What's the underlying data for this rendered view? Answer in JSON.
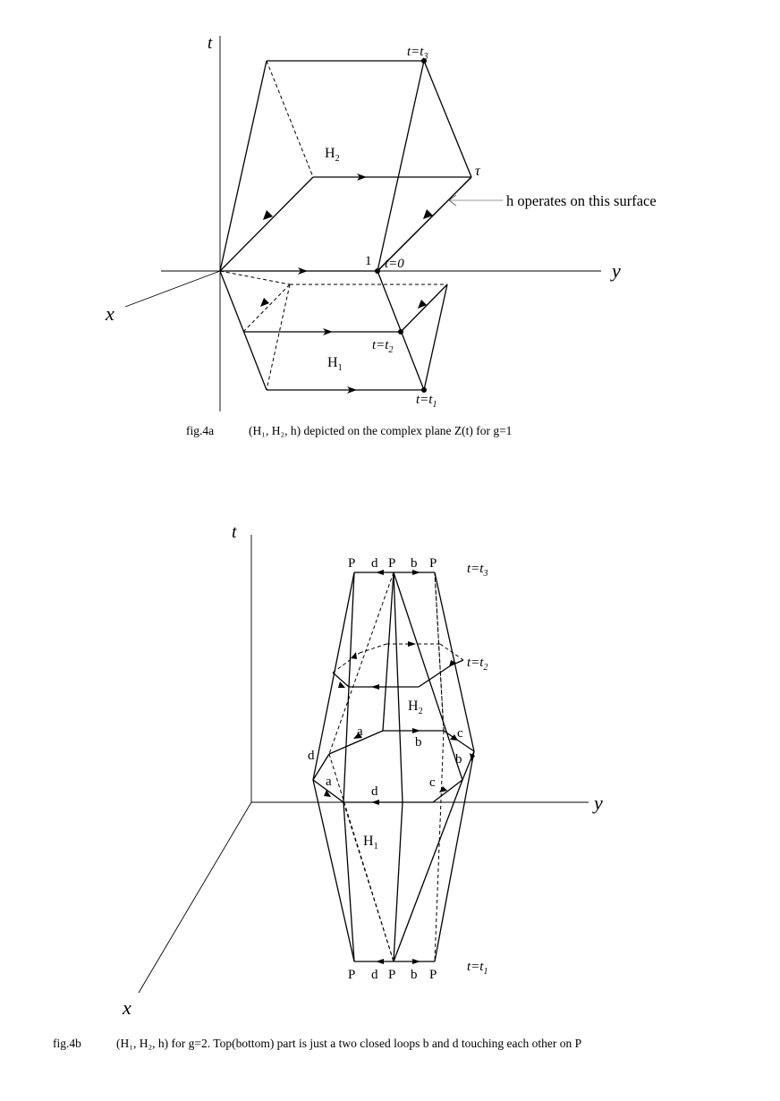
{
  "fig_a": {
    "axis_t": "t",
    "axis_y": "y",
    "axis_x": "x",
    "label_t3": "t=t",
    "label_t3_sub": "3",
    "label_tau": "τ",
    "label_h2": "H",
    "label_h2_sub": "2",
    "label_h_note": "h operates on this surface",
    "label_one": "1",
    "label_t0": "t=0",
    "label_t2": "t=t",
    "label_t2_sub": "2",
    "label_h1": "H",
    "label_h1_sub": "1",
    "label_t1": "t=t",
    "label_t1_sub": "1",
    "caption_num": "fig.4a",
    "caption_text": "(H₁, H₂, h) depicted on the complex plane Z(t) for g=1"
  },
  "fig_b": {
    "axis_t": "t",
    "axis_y": "y",
    "axis_x": "x",
    "top_P1": "P",
    "top_d": "d",
    "top_P2": "P",
    "top_b": "b",
    "top_P3": "P",
    "label_t3": "t=t",
    "label_t3_sub": "3",
    "label_t2": "t=t",
    "label_t2_sub": "2",
    "label_h2": "H",
    "label_h2_sub": "2",
    "mid_a_top": "a",
    "mid_b_top": "b",
    "mid_c_top": "c",
    "mid_d_left": "d",
    "mid_b_right": "b",
    "mid_a_low": "a",
    "mid_d_low": "d",
    "mid_c_low": "c",
    "label_h1": "H",
    "label_h1_sub": "1",
    "bot_P1": "P",
    "bot_d": "d",
    "bot_P2": "P",
    "bot_b": "b",
    "bot_P3": "P",
    "label_t1": "t=t",
    "label_t1_sub": "1",
    "caption_num": "fig.4b",
    "caption_text": "(H₁, H₂, h) for g=2. Top(bottom) part is just a two closed loops b and d touching each other on P"
  }
}
